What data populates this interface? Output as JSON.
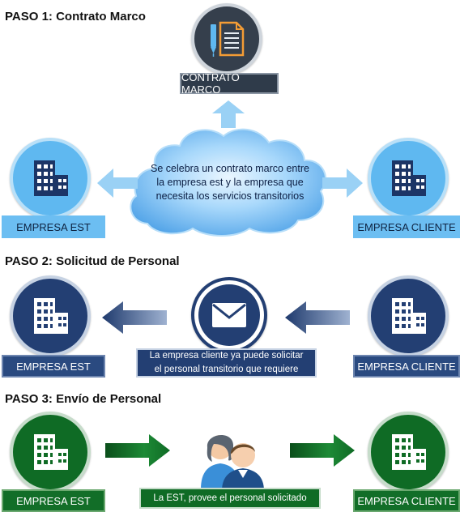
{
  "step1": {
    "title": "PASO 1: Contrato Marco",
    "contract_label": "CONTRATO MARCO",
    "cloud_text_line1": "Se celebra un contrato marco entre",
    "cloud_text_line2": "la empresa est y la empresa que",
    "cloud_text_line3": "necesita los servicios transitorios",
    "left_label": "EMPRESA EST",
    "right_label": "EMPRESA CLIENTE"
  },
  "step2": {
    "title": "PASO 2: Solicitud de Personal",
    "message_line1": "La empresa cliente ya puede solicitar",
    "message_line2": "el personal transitorio que requiere",
    "left_label": "EMPRESA EST",
    "right_label": "EMPRESA CLIENTE"
  },
  "step3": {
    "title": "PASO 3: Envío de Personal",
    "message": "La EST, provee el personal solicitado",
    "left_label": "EMPRESA EST",
    "right_label": "EMPRESA CLIENTE"
  },
  "colors": {
    "light_blue": "#5fb8f0",
    "dark_blue": "#233f73",
    "green": "#0f6b25",
    "slate": "#353f4c"
  },
  "icons": {
    "contract": "document-pen-icon",
    "building": "building-icon",
    "envelope": "envelope-icon",
    "people": "people-icon"
  }
}
